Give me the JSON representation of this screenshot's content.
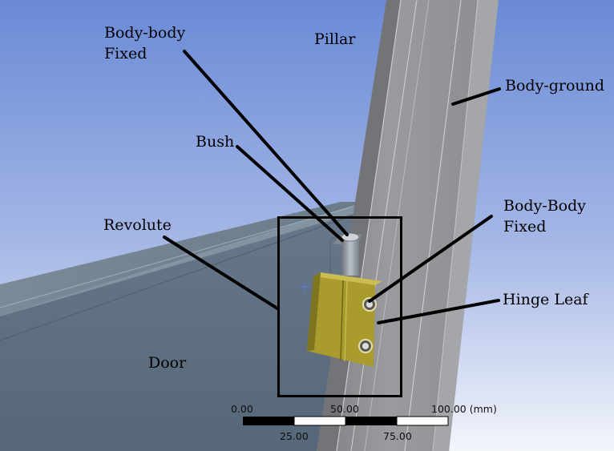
{
  "labels": {
    "body_body_fixed_top": {
      "line1": "Body-body",
      "line2": "Fixed"
    },
    "pillar": "Pillar",
    "body_ground": "Body-ground",
    "bush": "Bush",
    "revolute": "Revolute",
    "body_body_fixed_right": {
      "line1": "Body-Body",
      "line2": "Fixed"
    },
    "hinge_leaf": "Hinge Leaf",
    "door": "Door"
  },
  "scale_bar": {
    "ticks_top": [
      "0.00",
      "50.00",
      "100.00 (mm)"
    ],
    "ticks_bottom": [
      "25.00",
      "75.00"
    ]
  },
  "colors": {
    "background_top": "#6f8fd8",
    "background_bottom": "#f2f4fb",
    "door": "#6f8090",
    "pillar": "#8f9194",
    "hinge_leaf": "#a89a2c",
    "bush": "#9aa0a8",
    "leader": "#000000"
  }
}
